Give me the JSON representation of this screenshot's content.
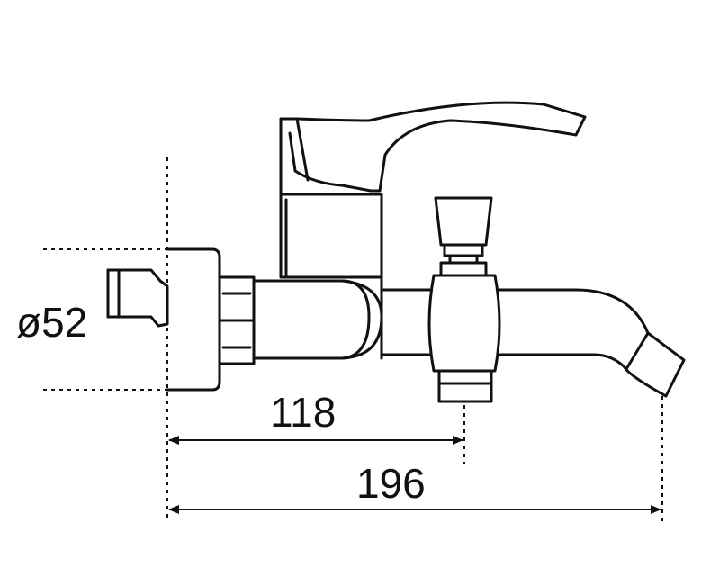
{
  "dimensions": {
    "diameter_label": "ø52",
    "length_short": "118",
    "length_long": "196"
  }
}
